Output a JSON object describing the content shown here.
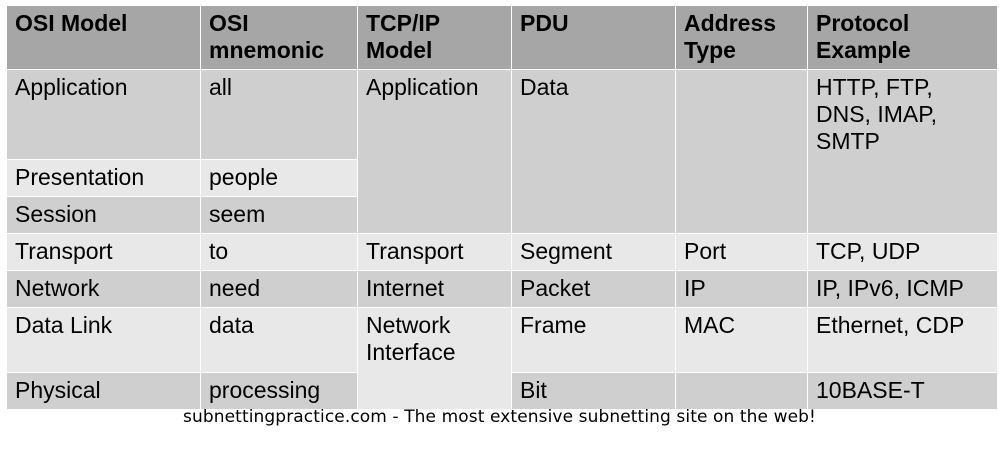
{
  "table": {
    "headers": [
      "OSI Model",
      "OSI mnemonic",
      "TCP/IP Model",
      "PDU",
      "Address Type",
      "Protocol Example"
    ],
    "rows": [
      {
        "osi_layer": "Application",
        "mnemonic": "all",
        "tcpip": "Application",
        "pdu": "Data",
        "address": "",
        "protocol": "HTTP, FTP, DNS, IMAP, SMTP"
      },
      {
        "osi_layer": "Presentation",
        "mnemonic": "people"
      },
      {
        "osi_layer": "Session",
        "mnemonic": "seem"
      },
      {
        "osi_layer": "Transport",
        "mnemonic": "to",
        "tcpip": "Transport",
        "pdu": "Segment",
        "address": "Port",
        "protocol": "TCP, UDP"
      },
      {
        "osi_layer": "Network",
        "mnemonic": "need",
        "tcpip": "Internet",
        "pdu": "Packet",
        "address": "IP",
        "protocol": "IP, IPv6, ICMP"
      },
      {
        "osi_layer": "Data Link",
        "mnemonic": "data",
        "tcpip": "Network Interface",
        "pdu": "Frame",
        "address": "MAC",
        "protocol": "Ethernet, CDP"
      },
      {
        "osi_layer": "Physical",
        "mnemonic": "processing",
        "pdu": "Bit",
        "address": "",
        "protocol": "10BASE-T"
      }
    ]
  },
  "footer": {
    "text": "subnettingpractice.com - The most extensive subnetting site on the web!"
  },
  "colors": {
    "header_bg": "#a6a6a6",
    "row_dark": "#cfcfcf",
    "row_light": "#e8e8e8"
  }
}
